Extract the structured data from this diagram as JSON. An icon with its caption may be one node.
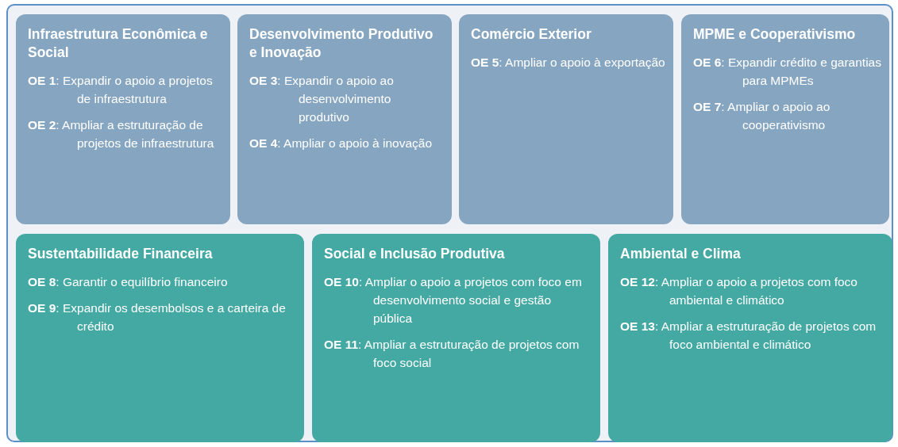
{
  "diagram": {
    "nodes": [
      {
        "text": [
          "Infraestrutura Econômica e Social",
          "**OE 1**: Expandir o apoio a projetos de infraestrutura",
          "**OE 2**: Ampliar a estruturação de projetos de infraestrutura"
        ]
      },
      {
        "text": [
          "Desenvolvimento Produtivo e Inovação",
          "**OE 3**: Expandir o apoio ao desenvolvimento produtivo",
          "**OE 4**: Ampliar o apoio à inovação"
        ]
      },
      {
        "text": [
          "Comércio Exterior",
          "**OE 5**: Ampliar o apoio à exportação"
        ]
      },
      {
        "text": [
          "MPME e Cooperativismo",
          "**OE 6**: Expandir crédito e garantias para MPMEs",
          "**OE 7**: Ampliar o apoio ao cooperativismo"
        ]
      },
      {
        "text": [
          "Sustentabilidade Financeira",
          "**OE 8**: Garantir o equilíbrio financeiro",
          "**OE 9**: Expandir os desembolsos e a carteira de crédito"
        ]
      },
      {
        "text": [
          "Social e Inclusão Produtiva",
          "**OE 10**: Ampliar o apoio a projetos com foco em desenvolvimento social e gestão pública",
          "**OE 11**: Ampliar a estruturação de projetos com foco social"
        ]
      },
      {
        "text": [
          "Ambiental e Clima",
          "**OE 12**: Ampliar o apoio a projetos com foco ambiental e climático",
          "**OE 13**: Ampliar a estruturação de projetos com foco ambiental e climático"
        ]
      }
    ]
  }
}
